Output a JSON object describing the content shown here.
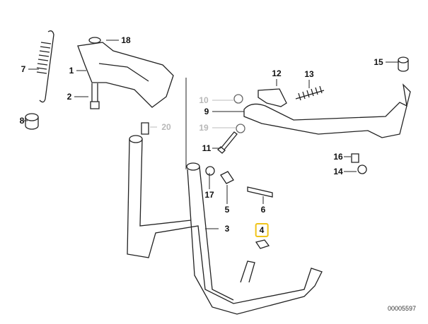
{
  "diagram": {
    "callouts": [
      {
        "id": "18",
        "label": "18",
        "state": "normal"
      },
      {
        "id": "7",
        "label": "7",
        "state": "normal"
      },
      {
        "id": "1",
        "label": "1",
        "state": "normal"
      },
      {
        "id": "2",
        "label": "2",
        "state": "normal"
      },
      {
        "id": "8",
        "label": "8",
        "state": "normal"
      },
      {
        "id": "10",
        "label": "10",
        "state": "dimmed"
      },
      {
        "id": "9",
        "label": "9",
        "state": "normal"
      },
      {
        "id": "19",
        "label": "19",
        "state": "dimmed"
      },
      {
        "id": "20",
        "label": "20",
        "state": "dimmed"
      },
      {
        "id": "11",
        "label": "11",
        "state": "normal"
      },
      {
        "id": "12",
        "label": "12",
        "state": "normal"
      },
      {
        "id": "13",
        "label": "13",
        "state": "normal"
      },
      {
        "id": "15",
        "label": "15",
        "state": "normal"
      },
      {
        "id": "16",
        "label": "16",
        "state": "normal"
      },
      {
        "id": "14",
        "label": "14",
        "state": "normal"
      },
      {
        "id": "17",
        "label": "17",
        "state": "normal"
      },
      {
        "id": "5",
        "label": "5",
        "state": "normal"
      },
      {
        "id": "6",
        "label": "6",
        "state": "normal"
      },
      {
        "id": "3",
        "label": "3",
        "state": "normal"
      },
      {
        "id": "4",
        "label": "4",
        "state": "highlighted"
      }
    ],
    "document_id": "00005597",
    "highlight_color": "#f0c419",
    "dimmed_color": "#b8b8b8"
  }
}
